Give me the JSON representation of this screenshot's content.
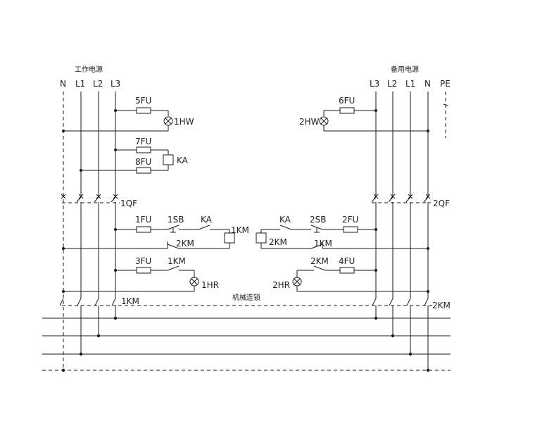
{
  "diagram": {
    "left_group_title": "工作电源",
    "right_group_title": "备用电源",
    "interlock_label": "机械连锁",
    "left_buses": [
      "N",
      "L1",
      "L2",
      "L3"
    ],
    "right_buses": [
      "L3",
      "L2",
      "L1",
      "N",
      "PE"
    ],
    "left": {
      "fuse_5": "5FU",
      "lamp_1hw": "1HW",
      "fuse_7": "7FU",
      "fuse_8": "8FU",
      "relay_ka": "KA",
      "breaker": "1QF",
      "fuse_1": "1FU",
      "button_1sb": "1SB",
      "contact_ka": "KA",
      "coil_1km": "1KM",
      "contact_2km": "2KM",
      "fuse_3": "3FU",
      "contact_1km": "1KM",
      "lamp_1hr": "1HR",
      "contactor": "1KM"
    },
    "right": {
      "fuse_6": "6FU",
      "lamp_2hw": "2HW",
      "breaker": "2QF",
      "contact_ka": "KA",
      "button_2sb": "2SB",
      "fuse_2": "2FU",
      "coil_2km": "2KM",
      "contact_1km": "1KM",
      "contact_2km": "2KM",
      "fuse_4": "4FU",
      "lamp_2hr": "2HR",
      "contactor": "2KM"
    }
  }
}
